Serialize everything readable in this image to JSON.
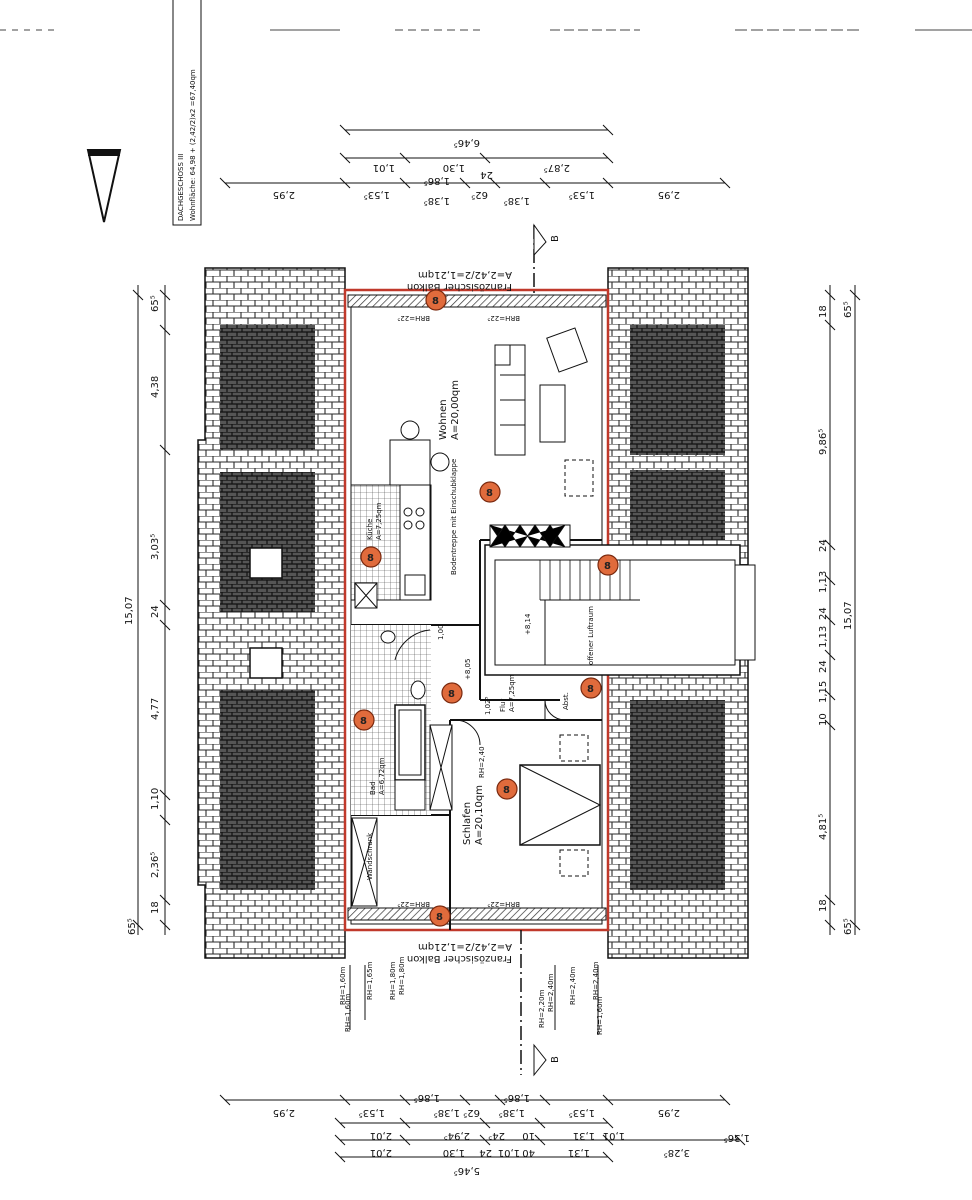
{
  "title_block": {
    "line1": "DACHGESCHOSS III",
    "line2": "Wohnfläche: 64,98 + (2,42/2)x2 =67,40qm"
  },
  "rooms": {
    "wohnen": {
      "name": "Wohnen",
      "area": "A=20,00qm"
    },
    "kueche": {
      "name": "Küche",
      "area": "A=7,25qm"
    },
    "bad": {
      "name": "Bad",
      "area": "A=6,72qm"
    },
    "flur": {
      "name": "Flur",
      "area": "A=7,25qm"
    },
    "schlafen": {
      "name": "Schlafen",
      "area": "A=20,10qm",
      "height": "RH=2,40"
    },
    "abstell": "Abst.",
    "wandschrank": "Wandschrank",
    "luftraum": "offener Luftraum",
    "bodentreppe": "Bodentreppe mit Einschubklappe"
  },
  "balconies": {
    "top": {
      "name": "Französischer Balkon",
      "area": "A=2,42/2=1,21qm"
    },
    "bottom": {
      "name": "Französischer Balkon",
      "area": "A=2,42/2=1,21qm"
    }
  },
  "sill_labels": {
    "top_left": "BRH=22⁵",
    "top_right": "BRH=22⁵",
    "bottom_left": "BRH=22⁵",
    "bottom_right": "BRH=22⁵"
  },
  "section_marker": "B",
  "badge_label": "8",
  "misc": {
    "door_width": "1,00",
    "stair_level": "+8,14",
    "flur_level": "+8,05",
    "flur_width": "1,02⁵"
  },
  "dims_top": {
    "overall": "6,46⁵",
    "row2": [
      "1,01",
      "1,30",
      "24",
      "2,87⁵"
    ],
    "row3": [
      "2,95",
      "1,53⁵",
      "1,38⁵",
      "1,86⁵",
      "62⁵",
      "1,38⁵",
      "1,53⁵",
      "2,95"
    ]
  },
  "dims_left": [
    "65⁵",
    "4,38",
    "3,03⁵",
    "24",
    "4,77",
    "1,10",
    "2,36⁵",
    "18",
    "65⁵",
    "15,07"
  ],
  "dims_right": [
    "18",
    "65⁵",
    "9,86⁵",
    "24",
    "1,13",
    "24",
    "1,13",
    "24",
    "1,15",
    "10",
    "4,81⁵",
    "18",
    "65⁵",
    "15,07"
  ],
  "dims_bottom": {
    "row1": [
      "2,95",
      "1,53⁵",
      "1,86⁵",
      "1,38⁵",
      "62⁵",
      "1,38⁵",
      "1,86⁵",
      "1,53⁵",
      "2,95"
    ],
    "row2": [
      "2,01",
      "2,94⁵",
      "24⁵",
      "10",
      "1,31",
      "1,01"
    ],
    "row3": [
      "2,01",
      "1,30",
      "24",
      "1,01",
      "40",
      "1,31",
      "3,28⁵",
      "1,36⁵"
    ],
    "overall": "5,46⁵"
  },
  "window_labels": {
    "left": [
      "RH=1,60m",
      "RH=1,65m",
      "RH=1,80m",
      "RH=1,80m",
      "RH=1,60m"
    ],
    "right": [
      "RH=2,20m",
      "RH=2,40m",
      "RH=2,40m",
      "RH=2,40m",
      "RH=1,60m"
    ]
  }
}
